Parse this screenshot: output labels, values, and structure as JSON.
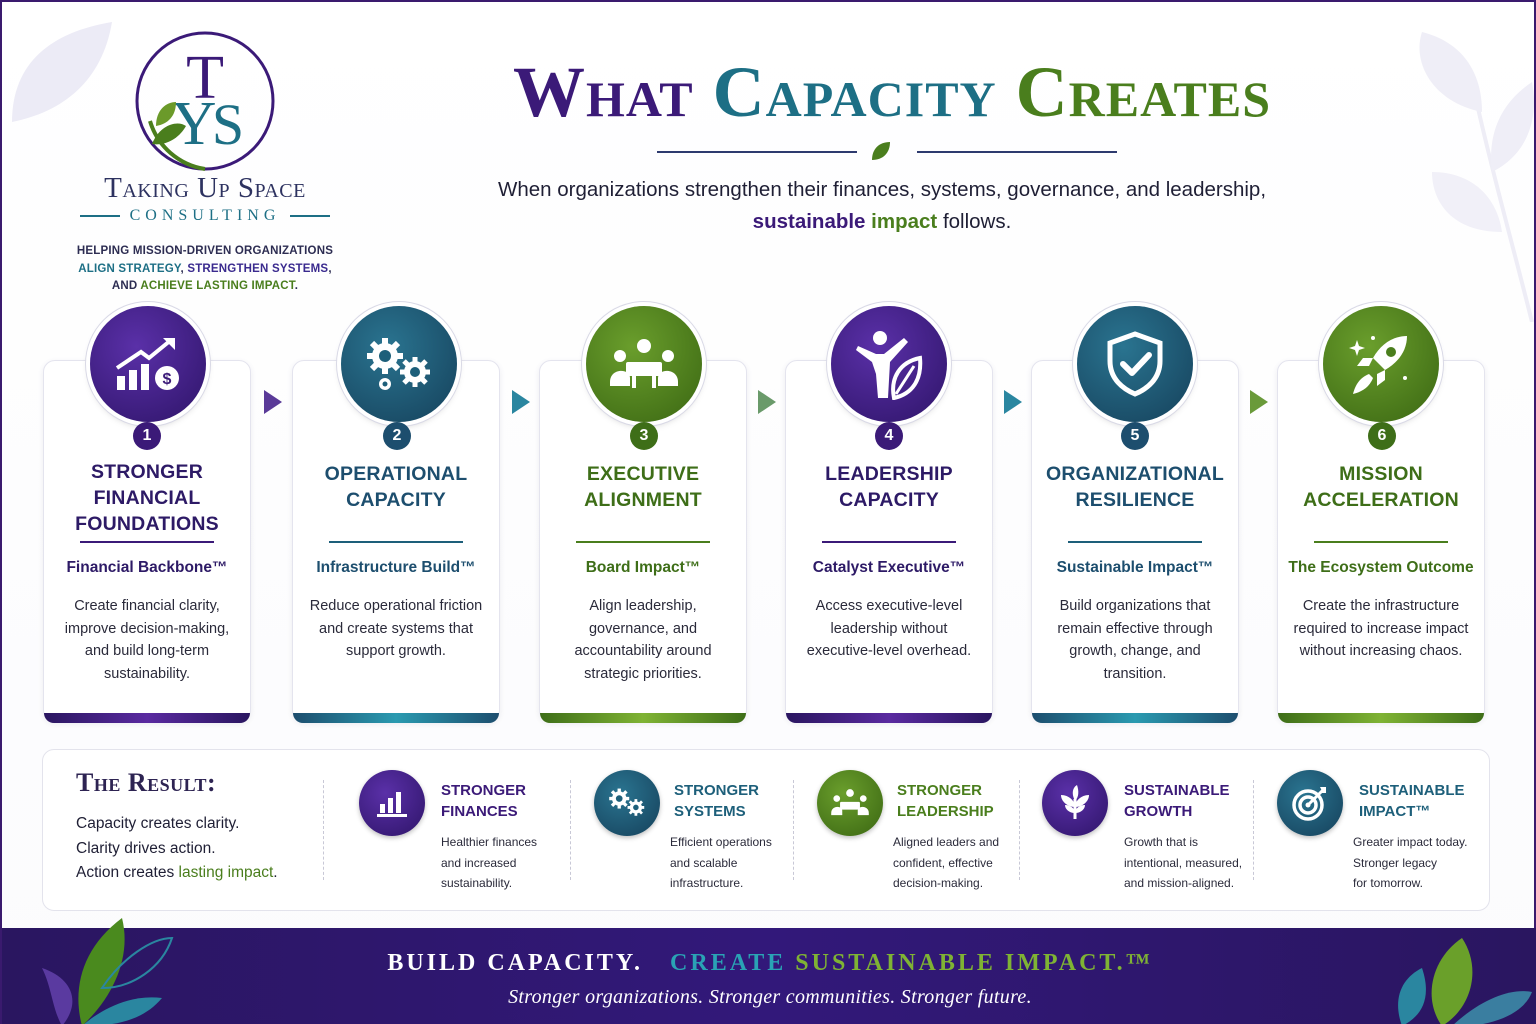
{
  "logo": {
    "monogram": "TYS",
    "name": "Taking Up Space",
    "sub": "CONSULTING",
    "tagline_1": "HELPING MISSION-DRIVEN ORGANIZATIONS",
    "tagline_2a": "ALIGN STRATEGY",
    "tagline_2b": ", ",
    "tagline_2c": "STRENGTHEN SYSTEMS",
    "tagline_2d": ",",
    "tagline_3a": "AND ",
    "tagline_3b": "ACHIEVE LASTING IMPACT",
    "tagline_3c": "."
  },
  "header": {
    "title_1": "What ",
    "title_2": "Capacity ",
    "title_3": "Creates",
    "intro_line1": "When organizations strengthen their finances, systems, governance, and leadership,",
    "intro_bold1": "sustainable",
    "intro_bold2": "impact",
    "intro_end": " follows."
  },
  "colors": {
    "purple": "#3b1a78",
    "teal": "#1d5f7a",
    "green": "#4a7e1d"
  },
  "cards": [
    {
      "num": "1",
      "title": "STRONGER FINANCIAL FOUNDATIONS",
      "sub": "Financial Backbone™",
      "desc": "Create financial clarity, improve decision-making, and build long-term sustainability.",
      "icon": "growth-chart-icon"
    },
    {
      "num": "2",
      "title": "OPERATIONAL CAPACITY",
      "sub": "Infrastructure Build™",
      "desc": "Reduce operational friction and create systems that support growth.",
      "icon": "gears-icon"
    },
    {
      "num": "3",
      "title": "EXECUTIVE ALIGNMENT",
      "sub": "Board Impact™",
      "desc": "Align leadership, governance, and accountability around strategic priorities.",
      "icon": "meeting-icon"
    },
    {
      "num": "4",
      "title": "LEADERSHIP CAPACITY",
      "sub": "Catalyst Executive™",
      "desc": "Access executive-level leadership without executive-level overhead.",
      "icon": "leader-leaf-icon"
    },
    {
      "num": "5",
      "title": "ORGANIZATIONAL RESILIENCE",
      "sub": "Sustainable Impact™",
      "desc": "Build organizations that remain effective through growth, change, and transition.",
      "icon": "shield-check-icon"
    },
    {
      "num": "6",
      "title": "MISSION ACCELERATION",
      "sub": "The Ecosystem Outcome",
      "desc": "Create the infrastructure required to increase impact without increasing chaos.",
      "icon": "rocket-icon"
    }
  ],
  "result": {
    "title": "The Result:",
    "line1": "Capacity creates clarity.",
    "line2": "Clarity drives action.",
    "line3a": "Action creates ",
    "line3b": "lasting impact",
    "line3c": ".",
    "items": [
      {
        "head1": "STRONGER",
        "head2": "FINANCES",
        "t1": "Healthier finances",
        "t2": "and increased",
        "t3": "sustainability.",
        "icon": "bar-chart-icon"
      },
      {
        "head1": "STRONGER",
        "head2": "SYSTEMS",
        "t1": "Efficient operations",
        "t2": "and scalable",
        "t3": "infrastructure.",
        "icon": "gears-icon"
      },
      {
        "head1": "STRONGER",
        "head2": "LEADERSHIP",
        "t1": "Aligned leaders and",
        "t2": "confident, effective",
        "t3": "decision-making.",
        "icon": "meeting-icon"
      },
      {
        "head1": "SUSTAINABLE",
        "head2": "GROWTH",
        "t1": "Growth that is",
        "t2": "intentional, measured,",
        "t3": "and mission-aligned.",
        "icon": "sprout-icon"
      },
      {
        "head1": "SUSTAINABLE",
        "head2": "IMPACT™",
        "t1": "Greater impact today.",
        "t2": "Stronger legacy",
        "t3": "for tomorrow.",
        "icon": "target-icon"
      }
    ]
  },
  "footer": {
    "part1": "BUILD CAPACITY.",
    "part2": "CREATE ",
    "part3": "SUSTAINABLE IMPACT.™",
    "sub": "Stronger organizations. Stronger communities. Stronger future."
  }
}
